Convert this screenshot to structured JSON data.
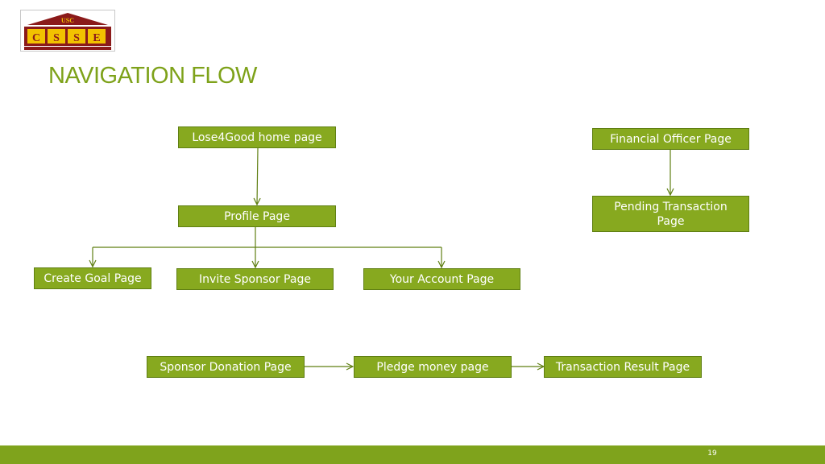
{
  "logo": {
    "top_text": "USC",
    "letters": [
      "C",
      "S",
      "S",
      "E"
    ]
  },
  "title": "NAVIGATION FLOW",
  "nodes": {
    "home": "Lose4Good home page",
    "profile": "Profile Page",
    "create_goal": "Create Goal Page",
    "invite_sponsor": "Invite Sponsor Page",
    "your_account": "Your Account Page",
    "financial_officer": "Financial Officer Page",
    "pending_transaction": "Pending Transaction Page",
    "sponsor_donation": "Sponsor Donation Page",
    "pledge_money": "Pledge money page",
    "transaction_result": "Transaction Result Page"
  },
  "edges": [
    {
      "from": "home",
      "to": "profile"
    },
    {
      "from": "profile",
      "to": "create_goal"
    },
    {
      "from": "profile",
      "to": "invite_sponsor"
    },
    {
      "from": "profile",
      "to": "your_account"
    },
    {
      "from": "financial_officer",
      "to": "pending_transaction"
    },
    {
      "from": "sponsor_donation",
      "to": "pledge_money"
    },
    {
      "from": "pledge_money",
      "to": "transaction_result"
    }
  ],
  "colors": {
    "accent": "#87a91f",
    "title": "#7ea21a",
    "line": "#5f7f12",
    "footer": "#7fa31c"
  },
  "footer": {
    "page_number": "19"
  }
}
